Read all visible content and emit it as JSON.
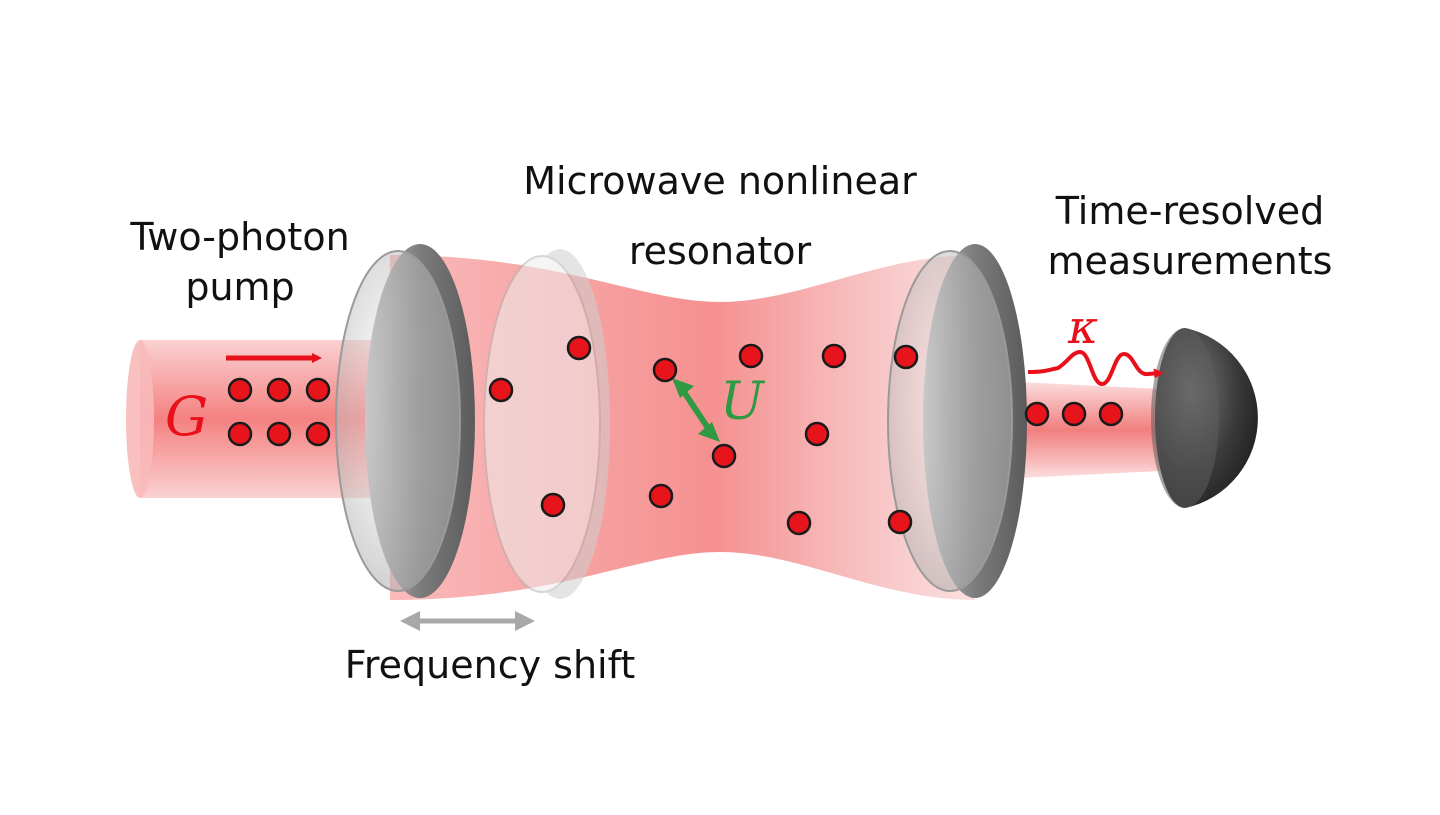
{
  "labels": {
    "pump_line1": "Two-photon",
    "pump_line2": "pump",
    "resonator_line1": "Microwave nonlinear",
    "resonator_line2": "resonator",
    "measure_line1": "Time-resolved",
    "measure_line2": "measurements",
    "frequency_shift": "Frequency shift"
  },
  "symbols": {
    "pump_rate": "G",
    "interaction": "U",
    "decay": "κ"
  },
  "colors": {
    "photon_fill": "#e8141c",
    "beam": "#f36b6b",
    "arrow_red": "#e8101a",
    "interaction_green": "#2f9a43",
    "shift_arrow": "#a8a8a8",
    "mirror": "#8a8a8a",
    "detector": "#3a3a3a"
  }
}
